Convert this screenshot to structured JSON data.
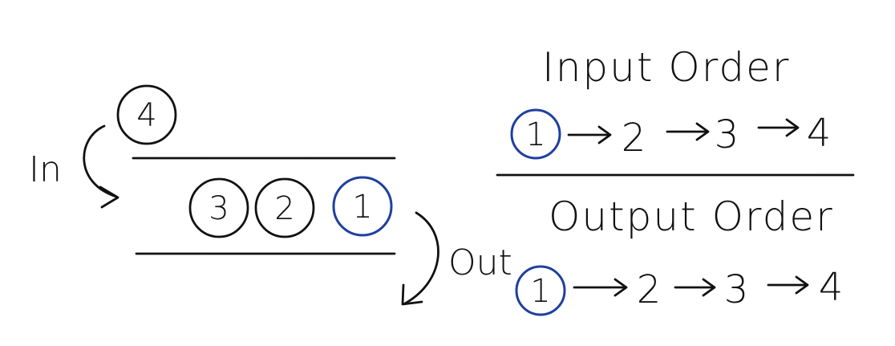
{
  "diagram": {
    "in_label": "In",
    "out_label": "Out",
    "incoming_item": "4",
    "queue_items": [
      "3",
      "2",
      "1"
    ],
    "input_order": {
      "title": "Input Order",
      "sequence": [
        "1",
        "2",
        "3",
        "4"
      ]
    },
    "output_order": {
      "title": "Output Order",
      "sequence": [
        "1",
        "2",
        "3",
        "4"
      ]
    },
    "colors": {
      "ink": "#111111",
      "highlight": "#1f3f9f"
    }
  }
}
